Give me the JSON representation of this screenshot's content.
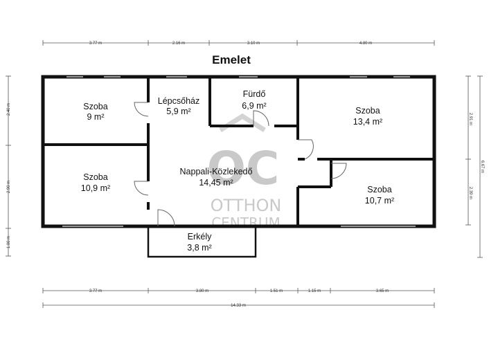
{
  "title": "Emelet",
  "rooms": [
    {
      "name": "Szoba",
      "area": "9 m²"
    },
    {
      "name": "Lépcsőház",
      "area": "5,9 m²"
    },
    {
      "name": "Fürdő",
      "area": "6,9 m²"
    },
    {
      "name": "Szoba",
      "area": "13,4 m²"
    },
    {
      "name": "Szoba",
      "area": "10,9 m²"
    },
    {
      "name": "Nappali-Közlekedő",
      "area": "14,45 m²"
    },
    {
      "name": "Szoba",
      "area": "10,7 m²"
    },
    {
      "name": "Erkély",
      "area": "3,8 m²"
    }
  ],
  "dimensions": {
    "top": [
      "3.77 m",
      "2.16 m",
      "3.10 m",
      "4.80 m"
    ],
    "bottom": [
      "3.77 m",
      "3.80 m",
      "1.51 m",
      "1.15 m",
      "3.65 m"
    ],
    "total_width": "14.33 m",
    "left": [
      "2.40 m",
      "2.90 m",
      "1.00 m"
    ],
    "right": [
      "2.91 m",
      "2.39 m"
    ],
    "total_height": "6.67 m"
  },
  "watermark": {
    "logo": "OC",
    "line1": "OTTHON",
    "line2": "CENTRUM"
  }
}
